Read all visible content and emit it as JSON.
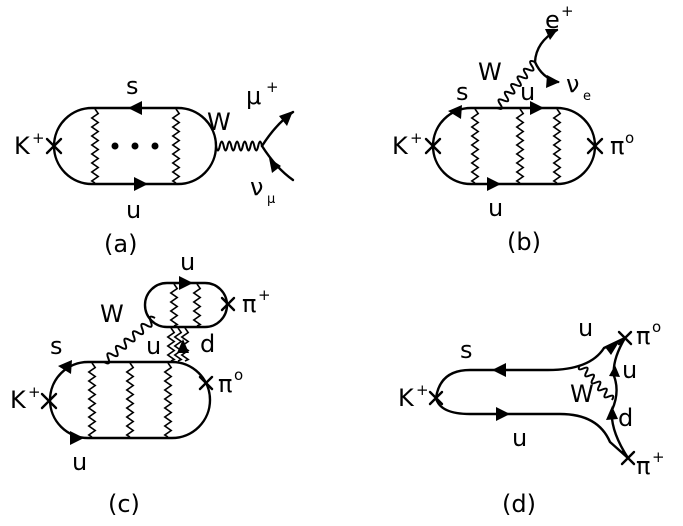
{
  "panels": {
    "a": {
      "caption": "(a)",
      "meson": "K",
      "meson_charge": "+",
      "quark_top": "s",
      "quark_bottom": "u",
      "boson": "W",
      "lepton": "μ",
      "lepton_charge": "+",
      "neutrino": "ν",
      "neutrino_sub": "μ"
    },
    "b": {
      "caption": "(b)",
      "meson_in": "K",
      "meson_in_charge": "+",
      "meson_out": "π",
      "meson_out_charge": "o",
      "quark_s": "s",
      "quark_u_top": "u",
      "quark_u_bottom": "u",
      "boson": "W",
      "lepton": "e",
      "lepton_charge": "+",
      "neutrino": "ν",
      "neutrino_sub": "e"
    },
    "c": {
      "caption": "(c)",
      "meson_in": "K",
      "meson_in_charge": "+",
      "meson_upper": "π",
      "meson_upper_charge": "+",
      "meson_out": "π",
      "meson_out_charge": "o",
      "quark_s": "s",
      "quark_u_top": "u",
      "quark_u_mid": "u",
      "quark_d": "d",
      "quark_u_bottom": "u",
      "boson": "W"
    },
    "d": {
      "caption": "(d)",
      "meson_in": "K",
      "meson_in_charge": "+",
      "meson_upper": "π",
      "meson_upper_charge": "o",
      "meson_lower": "π",
      "meson_lower_charge": "+",
      "quark_s": "s",
      "quark_u_left": "u",
      "quark_u_upper": "u",
      "quark_u_right": "u",
      "quark_d": "d",
      "boson": "W"
    }
  }
}
